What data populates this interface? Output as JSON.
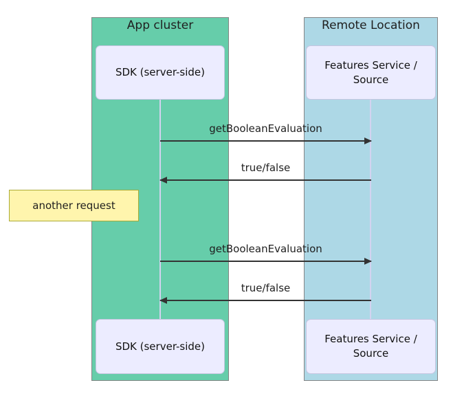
{
  "groups": {
    "app_cluster": {
      "label": "App cluster",
      "fill": "#66cdaa"
    },
    "remote_location": {
      "label": "Remote Location",
      "fill": "#add8e6"
    }
  },
  "participants": {
    "sdk": {
      "label": "SDK (server-side)"
    },
    "features": {
      "label": "Features Service / Source"
    }
  },
  "messages": [
    {
      "label": "getBooleanEvaluation",
      "direction": "right",
      "from": "SDK (server-side)",
      "to": "Features Service / Source"
    },
    {
      "label": "true/false",
      "direction": "left",
      "from": "Features Service / Source",
      "to": "SDK (server-side)"
    },
    {
      "label": "getBooleanEvaluation",
      "direction": "right",
      "from": "SDK (server-side)",
      "to": "Features Service / Source"
    },
    {
      "label": "true/false",
      "direction": "left",
      "from": "Features Service / Source",
      "to": "SDK (server-side)"
    }
  ],
  "note": {
    "label": "another request",
    "position": "left of SDK (server-side)"
  },
  "colors": {
    "app_cluster_fill": "#66cdaa",
    "remote_location_fill": "#add8e6",
    "participant_fill": "#ececff",
    "participant_border": "#c5c5e0",
    "note_fill": "#fff5ad",
    "note_border": "#aaaa33",
    "lifeline": "#d3d3f0",
    "arrow": "#333333",
    "frame_border": "#848484",
    "text": "#1f1f1f"
  }
}
